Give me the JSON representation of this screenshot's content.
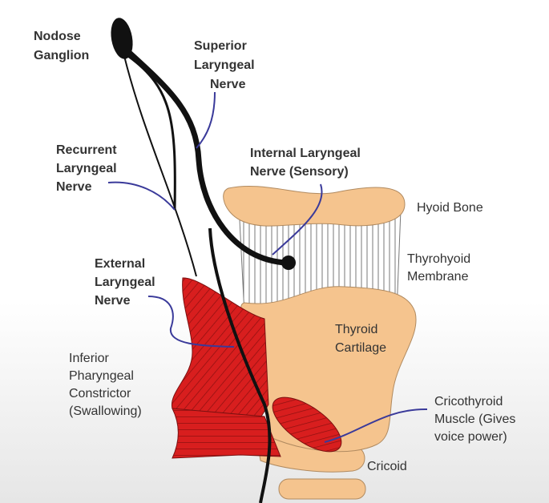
{
  "labels": {
    "nodose": [
      "Nodose",
      "Ganglion"
    ],
    "superior": [
      "Superior",
      "Laryngeal",
      "Nerve"
    ],
    "recurrent": [
      "Recurrent",
      "Laryngeal",
      "Nerve"
    ],
    "internal": [
      "Internal Laryngeal",
      "Nerve (Sensory)"
    ],
    "hyoid": [
      "Hyoid Bone"
    ],
    "thyrohyoid": [
      "Thyrohyoid",
      "Membrane"
    ],
    "external": [
      "External",
      "Laryngeal",
      "Nerve"
    ],
    "thyroid": [
      "Thyroid",
      "Cartilage"
    ],
    "inferior": [
      "Inferior",
      "Pharyngeal",
      "Constrictor",
      "(Swallowing)"
    ],
    "cricothyroid": [
      "Cricothyroid",
      "Muscle (Gives",
      "voice power)"
    ],
    "cricoid": [
      "Cricoid"
    ]
  },
  "colors": {
    "cartilage": "#f5c48e",
    "muscle": "#d81e1e",
    "nerve": "#111111",
    "pointer": "#3a3a9a"
  }
}
